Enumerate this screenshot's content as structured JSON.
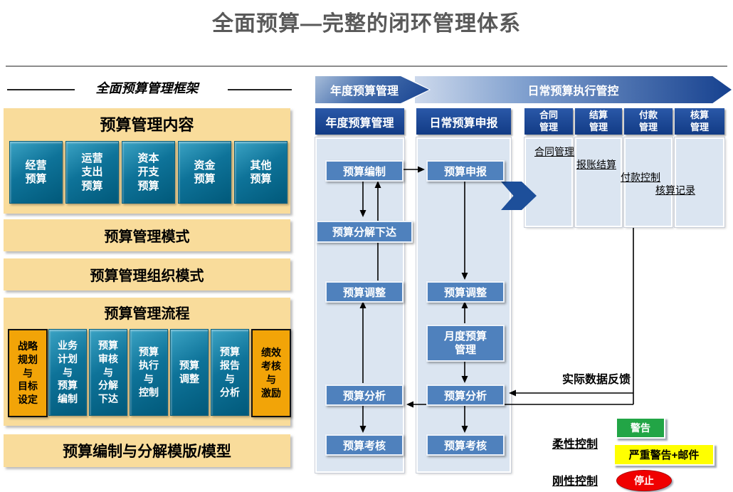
{
  "title": "全面预算—完整的闭环管理体系",
  "left_panel": {
    "header": "全面预算管理框架",
    "content": {
      "title": "预算管理内容",
      "items": [
        "经营\n预算",
        "运营\n支出\n预算",
        "资本\n开支\n预算",
        "资金\n预算",
        "其他\n预算"
      ]
    },
    "mode": "预算管理模式",
    "org": "预算管理组织模式",
    "process": {
      "title": "预算管理流程",
      "steps": [
        {
          "label": "战略\n规划\n与\n目标\n设定",
          "highlight": true
        },
        {
          "label": "业务\n计划\n与\n预算\n编制",
          "highlight": false
        },
        {
          "label": "预算\n审核\n与\n分解\n下达",
          "highlight": false
        },
        {
          "label": "预算\n执行\n与\n控制",
          "highlight": false
        },
        {
          "label": "预算\n调整",
          "highlight": false
        },
        {
          "label": "预算\n报告\n与\n分析",
          "highlight": false
        },
        {
          "label": "绩效\n考核\n与\n激励",
          "highlight": true
        }
      ]
    },
    "template": "预算编制与分解模版/模型"
  },
  "right_panel": {
    "banners": {
      "annual": "年度预算管理",
      "daily": "日常预算执行管控"
    },
    "annual": {
      "header": "年度预算管理",
      "steps": [
        "预算编制",
        "预算分解下达",
        "预算调整",
        "预算分析",
        "预算考核"
      ]
    },
    "daily": {
      "header": "日常预算申报",
      "steps": [
        "预算申报",
        "预算调整",
        "月度预算\n管理",
        "预算分析",
        "预算考核"
      ]
    },
    "exec": {
      "columns": [
        {
          "header": "合同\n管理",
          "item": "合同管理"
        },
        {
          "header": "结算\n管理",
          "item": "报账结算"
        },
        {
          "header": "付款\n管理",
          "item": "付款控制"
        },
        {
          "header": "核算\n管理",
          "item": "核算记录"
        }
      ]
    },
    "feedback_label": "实际数据反馈"
  },
  "legend": {
    "soft": "柔性控制",
    "hard": "刚性控制",
    "warning": "警告",
    "severe": "严重警告+邮件",
    "stop": "停止"
  },
  "colors": {
    "title_gray": "#595959",
    "tan": "#F9DC9B",
    "teal": "#0B7399",
    "orange": "#F2A408",
    "navy": "#16418F",
    "flow_blue": "#4F81BD",
    "panel_blue": "#DBE5F1",
    "green": "#22A546",
    "yellow": "#FFFF00",
    "red": "#FF0000"
  }
}
